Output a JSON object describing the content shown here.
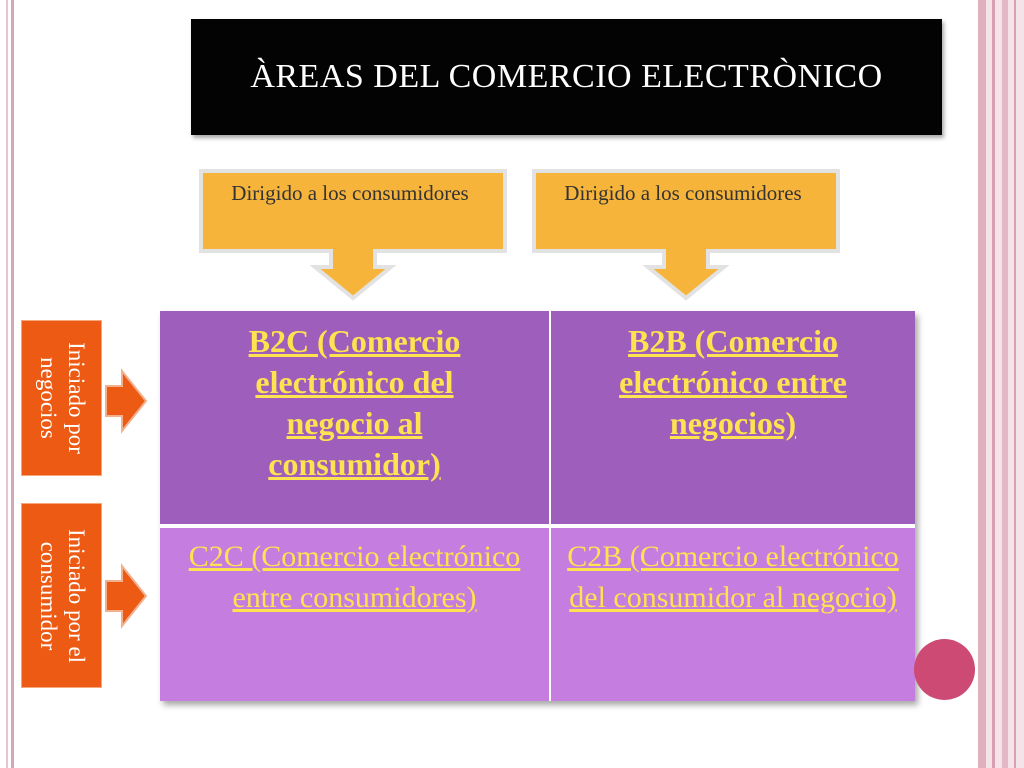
{
  "title": "ÀREAS DEL COMERCIO ELECTRÒNICO",
  "top_callouts": [
    {
      "label": "Dirigido a los consumidores"
    },
    {
      "label": "Dirigido a los consumidores"
    }
  ],
  "side_labels": [
    {
      "label": "Iniciado por\nnegocios"
    },
    {
      "label": "Iniciado por el\nconsumidor"
    }
  ],
  "cells": {
    "b2c": "B2C (Comercio electrónico del negocio al consumidor)",
    "b2b": "B2B (Comercio electrónico entre negocios)",
    "c2c": "C2C (Comercio electrónico entre consumidores)",
    "c2b": "C2B (Comercio electrónico del consumidor al negocio)"
  },
  "colors": {
    "title_bg": "#030303",
    "callout": "#f7b43a",
    "side_box": "#ec5a14",
    "top_row": "#9e5ebc",
    "bottom_row": "#c57de0",
    "cell_text": "#ffe24f",
    "accent_circle": "#cc4a74"
  }
}
